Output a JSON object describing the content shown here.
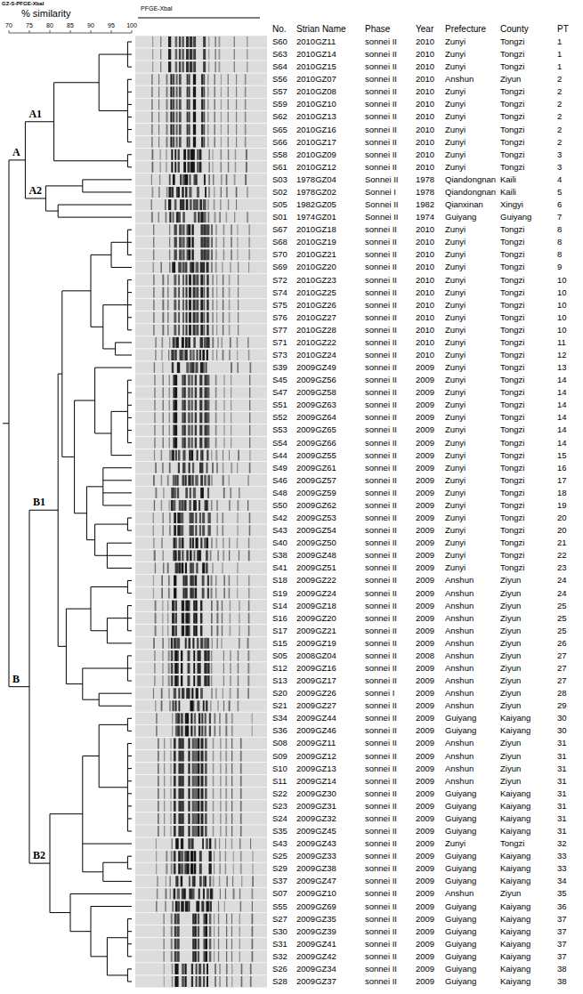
{
  "diagram": {
    "labels": [
      "GZ-S-PFGE-XbaI",
      "% similarity",
      "70",
      "75",
      "80",
      "85",
      "90",
      "95",
      "100",
      "PFGE-XbaI",
      "A",
      "A1",
      "A2",
      "B",
      "B1",
      "B2",
      "No.",
      "Strian Name",
      "Phase",
      "Year",
      "Prefecture",
      "County",
      "PT",
      "S60",
      "2010GZ11",
      "sonnei II",
      "2010",
      "Zunyi",
      "Tongzi",
      "1",
      "S63",
      "2010GZ14",
      "sonnei II",
      "2010",
      "Zunyi",
      "Tongzi",
      "1",
      "S64",
      "2010GZ15",
      "sonnei II",
      "2010",
      "Zunyi",
      "Tongzi",
      "1",
      "S56",
      "2010GZ07",
      "sonnei II",
      "2010",
      "Anshun",
      "Ziyun",
      "2",
      "S57",
      "2010GZ08",
      "sonnei II",
      "2010",
      "Zunyi",
      "Tongzi",
      "2",
      "S59",
      "2010GZ10",
      "sonnei II",
      "2010",
      "Zunyi",
      "Tongzi",
      "2",
      "S62",
      "2010GZ13",
      "sonnei II",
      "2010",
      "Zunyi",
      "Tongzi",
      "2",
      "S65",
      "2010GZ16",
      "sonnei II",
      "2010",
      "Zunyi",
      "Tongzi",
      "2",
      "S66",
      "2010GZ17",
      "sonnei II",
      "2010",
      "Zunyi",
      "Tongzi",
      "2",
      "S58",
      "2010GZ09",
      "sonnei II",
      "2010",
      "Zunyi",
      "Tongzi",
      "3",
      "S61",
      "2010GZ12",
      "sonnei II",
      "2010",
      "Zunyi",
      "Tongzi",
      "3",
      "S03",
      "1978GZ04",
      "Sonnei II",
      "1978",
      "Qiandongnan",
      "Kaili",
      "4",
      "S02",
      "1978GZ02",
      "Sonnei I",
      "1978",
      "Qiandongnan",
      "Kaili",
      "5",
      "S05",
      "1982GZ05",
      "Sonnei II",
      "1982",
      "Qianxinan",
      "Xingyi",
      "6",
      "S01",
      "1974GZ01",
      "Sonnei II",
      "1974",
      "Guiyang",
      "Guiyang",
      "7",
      "S67",
      "2010GZ18",
      "sonnei II",
      "2010",
      "Zunyi",
      "Tongzi",
      "8",
      "S68",
      "2010GZ19",
      "sonnei II",
      "2010",
      "Zunyi",
      "Tongzi",
      "8",
      "S70",
      "2010GZ21",
      "sonnei II",
      "2010",
      "Zunyi",
      "Tongzi",
      "8",
      "S69",
      "2010GZ20",
      "sonnei II",
      "2010",
      "Zunyi",
      "Tongzi",
      "9",
      "S72",
      "2010GZ23",
      "sonnei II",
      "2010",
      "Zunyi",
      "Tongzi",
      "10",
      "S74",
      "2010GZ25",
      "sonnei II",
      "2010",
      "Zunyi",
      "Tongzi",
      "10",
      "S75",
      "2010GZ26",
      "sonnei II",
      "2010",
      "Zunyi",
      "Tongzi",
      "10",
      "S76",
      "2010GZ27",
      "sonnei II",
      "2010",
      "Zunyi",
      "Tongzi",
      "10",
      "S77",
      "2010GZ28",
      "sonnei II",
      "2010",
      "Zunyi",
      "Tongzi",
      "10",
      "S71",
      "2010GZ22",
      "sonnei II",
      "2010",
      "Zunyi",
      "Tongzi",
      "11",
      "S73",
      "2010GZ24",
      "sonnei II",
      "2010",
      "Zunyi",
      "Tongzi",
      "12",
      "S39",
      "2009GZ49",
      "sonnei II",
      "2009",
      "Zunyi",
      "Tongzi",
      "13",
      "S45",
      "2009GZ56",
      "sonnei II",
      "2009",
      "Zunyi",
      "Tongzi",
      "14",
      "S47",
      "2009GZ58",
      "sonnei II",
      "2009",
      "Zunyi",
      "Tongzi",
      "14",
      "S51",
      "2009GZ63",
      "sonnei II",
      "2009",
      "Zunyi",
      "Tongzi",
      "14",
      "S52",
      "2009GZ64",
      "sonnei II",
      "2009",
      "Zunyi",
      "Tongzi",
      "14",
      "S53",
      "2009GZ65",
      "sonnei II",
      "2009",
      "Zunyi",
      "Tongzi",
      "14",
      "S54",
      "2009GZ66",
      "sonnei II",
      "2009",
      "Zunyi",
      "Tongzi",
      "14",
      "S44",
      "2009GZ55",
      "sonnei II",
      "2009",
      "Zunyi",
      "Tongzi",
      "15",
      "S49",
      "2009GZ61",
      "sonnei II",
      "2009",
      "Zunyi",
      "Tongzi",
      "16",
      "S46",
      "2009GZ57",
      "sonnei II",
      "2009",
      "Zunyi",
      "Tongzi",
      "17",
      "S48",
      "2009GZ59",
      "sonnei II",
      "2009",
      "Zunyi",
      "Tongzi",
      "18",
      "S50",
      "2009GZ62",
      "sonnei II",
      "2009",
      "Zunyi",
      "Tongzi",
      "19",
      "S42",
      "2009GZ53",
      "sonnei II",
      "2009",
      "Zunyi",
      "Tongzi",
      "20",
      "S43",
      "2009GZ54",
      "sonnei II",
      "2009",
      "Zunyi",
      "Tongzi",
      "20",
      "S40",
      "2009GZ50",
      "sonnei II",
      "2009",
      "Zunyi",
      "Tongzi",
      "21",
      "S38",
      "2009GZ48",
      "sonnei II",
      "2009",
      "Zunyi",
      "Tongzi",
      "22",
      "S41",
      "2009GZ51",
      "sonnei II",
      "2009",
      "Zunyi",
      "Tongzi",
      "23",
      "S18",
      "2009GZ22",
      "sonnei II",
      "2009",
      "Anshun",
      "Ziyun",
      "24",
      "S19",
      "2009GZ24",
      "sonnei II",
      "2009",
      "Anshun",
      "Ziyun",
      "24",
      "S14",
      "2009GZ18",
      "sonnei II",
      "2009",
      "Anshun",
      "Ziyun",
      "25",
      "S16",
      "2009GZ20",
      "sonnei II",
      "2009",
      "Anshun",
      "Ziyun",
      "25",
      "S17",
      "2009GZ21",
      "sonnei II",
      "2009",
      "Anshun",
      "Ziyun",
      "25",
      "S15",
      "2009GZ19",
      "sonnei II",
      "2009",
      "Anshun",
      "Ziyun",
      "26",
      "S05",
      "2008GZ04",
      "sonnei II",
      "2008",
      "Anshun",
      "Ziyun",
      "27",
      "S12",
      "2009GZ16",
      "sonnei II",
      "2009",
      "Anshun",
      "Ziyun",
      "27",
      "S13",
      "2009GZ17",
      "sonnei II",
      "2009",
      "Anshun",
      "Ziyun",
      "27",
      "S20",
      "2009GZ26",
      "sonnei I",
      "2009",
      "Anshun",
      "Ziyun",
      "28",
      "S21",
      "2009GZ27",
      "sonnei II",
      "2009",
      "Anshun",
      "Ziyun",
      "29",
      "S34",
      "2009GZ44",
      "sonnei II",
      "2009",
      "Guiyang",
      "Kaiyang",
      "30",
      "S36",
      "2009GZ46",
      "sonnei II",
      "2009",
      "Guiyang",
      "Kaiyang",
      "30",
      "S08",
      "2009GZ11",
      "sonnei II",
      "2009",
      "Anshun",
      "Ziyun",
      "31",
      "S09",
      "2009GZ12",
      "sonnei II",
      "2009",
      "Anshun",
      "Ziyun",
      "31",
      "S10",
      "2009GZ13",
      "sonnei II",
      "2009",
      "Anshun",
      "Ziyun",
      "31",
      "S11",
      "2009GZ14",
      "sonnei II",
      "2009",
      "Anshun",
      "Ziyun",
      "31",
      "S22",
      "2009GZ30",
      "sonnei II",
      "2009",
      "Guiyang",
      "Kaiyang",
      "31",
      "S23",
      "2009GZ31",
      "sonnei II",
      "2009",
      "Guiyang",
      "Kaiyang",
      "31",
      "S24",
      "2009GZ32",
      "sonnei II",
      "2009",
      "Guiyang",
      "Kaiyang",
      "31",
      "S35",
      "2009GZ45",
      "sonnei II",
      "2009",
      "Guiyang",
      "Kaiyang",
      "31",
      "S43",
      "2009GZ43",
      "sonnei II",
      "2009",
      "Zunyi",
      "Tongzi",
      "32",
      "S25",
      "2009GZ33",
      "sonnei II",
      "2009",
      "Guiyang",
      "Kaiyang",
      "33",
      "S29",
      "2009GZ38",
      "sonnei II",
      "2009",
      "Guiyang",
      "Kaiyang",
      "33",
      "S37",
      "2009GZ47",
      "sonnei II",
      "2009",
      "Guiyang",
      "Kaiyang",
      "34",
      "S07",
      "2009GZ10",
      "sonnei II",
      "2009",
      "Anshun",
      "Ziyun",
      "35",
      "S55",
      "2009GZ69",
      "sonnei II",
      "2009",
      "Guiyang",
      "Kaiyang",
      "36",
      "S27",
      "2009GZ35",
      "sonnei II",
      "2009",
      "Guiyang",
      "Kaiyang",
      "37",
      "S30",
      "2009GZ39",
      "sonnei II",
      "2009",
      "Guiyang",
      "Kaiyang",
      "37",
      "S31",
      "2009GZ41",
      "sonnei II",
      "2009",
      "Guiyang",
      "Kaiyang",
      "37",
      "S32",
      "2009GZ42",
      "sonnei II",
      "2009",
      "Guiyang",
      "Kaiyang",
      "37",
      "S26",
      "2009GZ34",
      "sonnei II",
      "2009",
      "Guiyang",
      "Kaiyang",
      "38",
      "S28",
      "2009GZ37",
      "sonnei II",
      "2009",
      "Guiyang",
      "Kaiyang",
      "38"
    ]
  }
}
